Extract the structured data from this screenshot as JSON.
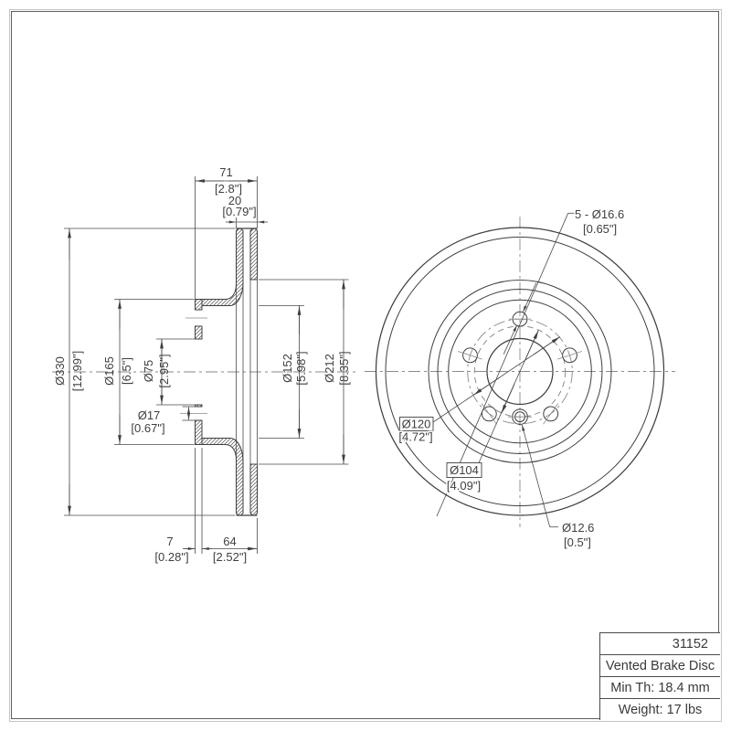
{
  "document": {
    "type": "technical-drawing",
    "line_color": "#3f3f3f",
    "centerline_color": "#8a8a8a",
    "background": "#ffffff"
  },
  "section_view": {
    "overall_width": {
      "mm": "71",
      "inch": "[2.8\"]"
    },
    "band_width": {
      "mm": "20",
      "inch": "[0.79\"]"
    },
    "outer_diameter": {
      "mm": "Ø330",
      "inch": "[12.99\"]"
    },
    "hat_outer_diameter": {
      "mm": "Ø165",
      "inch": "[6.5\"]"
    },
    "bore_diameter": {
      "mm": "Ø75",
      "inch": "[2.95\"]"
    },
    "bolt_hole_diameter": {
      "mm": "Ø17",
      "inch": "[0.67\"]"
    },
    "hat_inner_diameter": {
      "mm": "Ø152",
      "inch": "[5.98\"]"
    },
    "band_inner_diameter": {
      "mm": "Ø212",
      "inch": "[8.35\"]"
    },
    "flange_thickness": {
      "mm": "7",
      "inch": "[0.28\"]"
    },
    "hat_depth": {
      "mm": "64",
      "inch": "[2.52\"]"
    }
  },
  "front_view": {
    "wheel_bolt_holes": {
      "mm": "5 - Ø16.6",
      "inch": "[0.65\"]"
    },
    "bolt_circle": {
      "mm": "Ø120",
      "inch": "[4.72\"]"
    },
    "set_screw_circle": {
      "mm": "Ø104",
      "inch": "[4.09\"]"
    },
    "set_screw_hole": {
      "mm": "Ø12.6",
      "inch": "[0.5\"]"
    }
  },
  "info_table": {
    "rows": [
      "31152",
      "Vented Brake Disc",
      "Min Th: 18.4 mm",
      "Weight: 17 lbs"
    ]
  }
}
